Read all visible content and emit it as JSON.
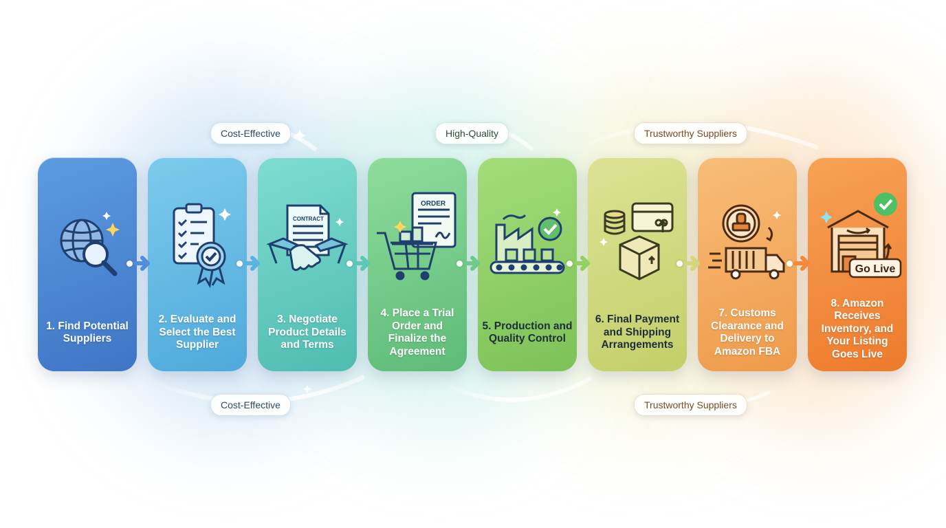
{
  "steps": [
    {
      "label": "1. Find Potential Suppliers",
      "icon": "globe-search-icon",
      "color": "#4a86d6"
    },
    {
      "label": "2. Evaluate and Select the Best Supplier",
      "icon": "checklist-badge-icon",
      "color": "#5bb5df"
    },
    {
      "label": "3. Negotiate Product Details and Terms",
      "icon": "contract-handshake-icon",
      "color": "#5dc9bf",
      "icon_text": "CONTRACT"
    },
    {
      "label": "4. Place a Trial Order and Finalize the Agreement",
      "icon": "order-cart-icon",
      "color": "#6fc98a",
      "icon_text": "ORDER"
    },
    {
      "label": "5. Production and Quality Control",
      "icon": "factory-conveyor-icon",
      "color": "#8ccd62"
    },
    {
      "label": "6. Final Payment and Shipping Arrangements",
      "icon": "payment-box-icon",
      "color": "#cbd67a"
    },
    {
      "label": "7. Customs Clearance and Delivery to Amazon FBA",
      "icon": "customs-truck-icon",
      "color": "#f3a75a"
    },
    {
      "label": "8. Amazon Receives Inventory, and Your Listing Goes Live",
      "icon": "warehouse-live-icon",
      "color": "#f2863a",
      "icon_text": "Go Live"
    }
  ],
  "pills": {
    "top_1": "Cost-Effective",
    "top_2": "High-Quality",
    "top_3": "Trustworthy Suppliers",
    "bottom_1": "Cost-Effective",
    "bottom_2": "Trustworthy Suppliers"
  }
}
